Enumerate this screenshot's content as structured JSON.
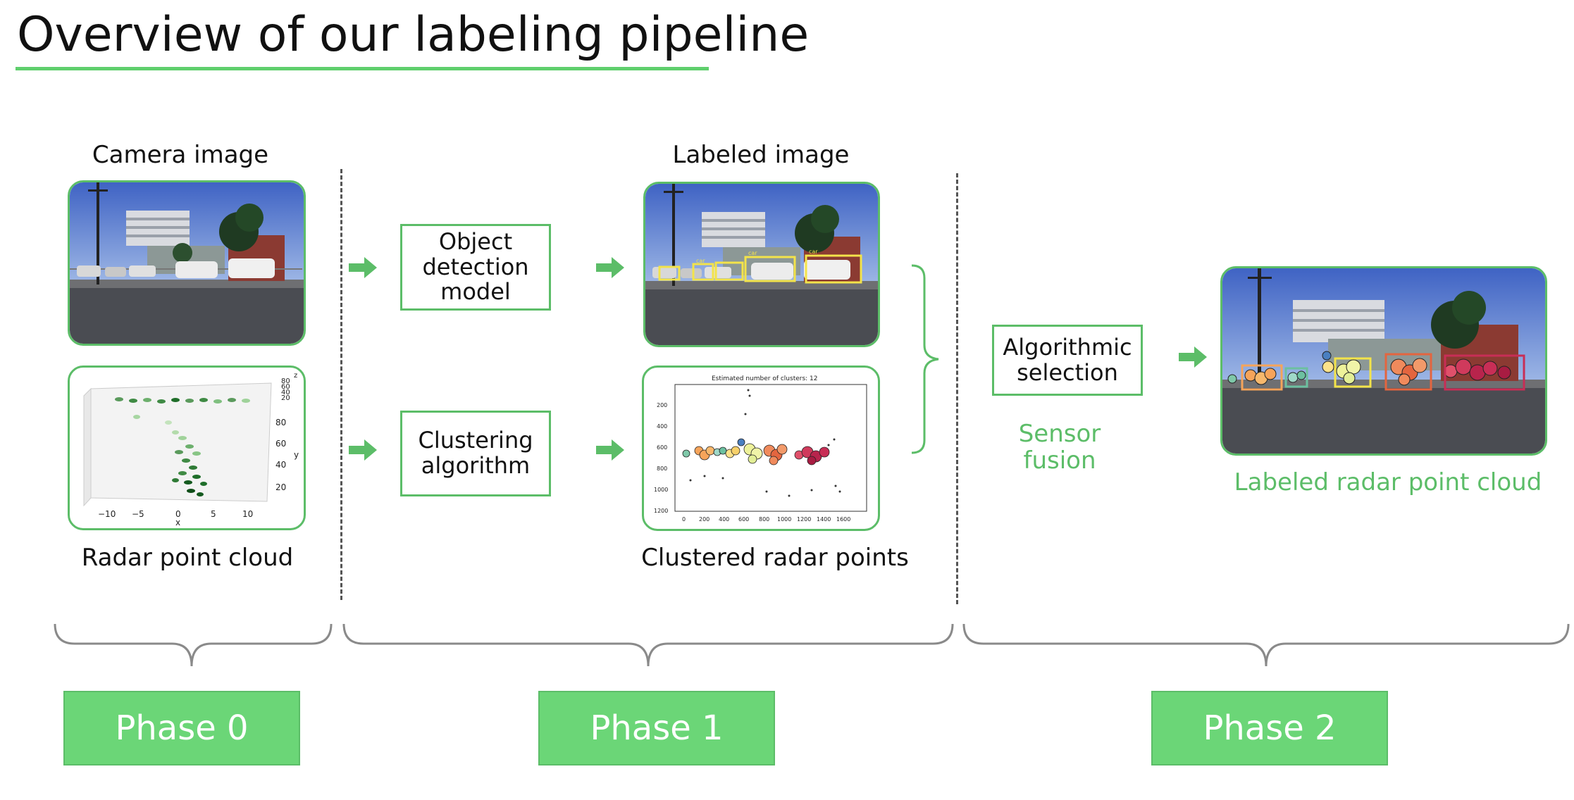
{
  "slide": {
    "title": "Overview of our labeling pipeline"
  },
  "phase0": {
    "top_caption": "Camera image",
    "bottom_caption": "Radar point cloud",
    "radar_plot": {
      "x_ticks": [
        "−10",
        "−5",
        "0",
        "5",
        "10"
      ],
      "y_ticks": [
        "20",
        "40",
        "60",
        "80"
      ],
      "x_axis": "x",
      "y_axis": "y",
      "z_axis": "z",
      "z_ticks": [
        "20",
        "40",
        "60",
        "80"
      ]
    },
    "phase_label": "Phase 0"
  },
  "phase1": {
    "detection_box": "Object detection model",
    "detection_lines": [
      "Object",
      "detection",
      "model"
    ],
    "clustering_lines": [
      "Clustering",
      "algorithm"
    ],
    "top_caption": "Labeled image",
    "bottom_caption": "Clustered radar points",
    "cluster_plot": {
      "title": "Estimated number of clusters: 12",
      "x_ticks": [
        "0",
        "200",
        "400",
        "600",
        "800",
        "1000",
        "1200",
        "1400",
        "1600"
      ],
      "y_ticks": [
        "200",
        "400",
        "600",
        "800",
        "1000",
        "1200"
      ]
    },
    "detection_tag": "car",
    "phase_label": "Phase 1"
  },
  "phase2": {
    "selection_lines": [
      "Algorithmic",
      "selection"
    ],
    "fusion_lines": [
      "Sensor",
      "fusion"
    ],
    "result_caption": "Labeled radar point cloud",
    "phase_label": "Phase 2"
  },
  "colors": {
    "accent_green": "#5cbd68",
    "phase_fill": "#6bd677",
    "box_yellow": "#f3e34a"
  }
}
